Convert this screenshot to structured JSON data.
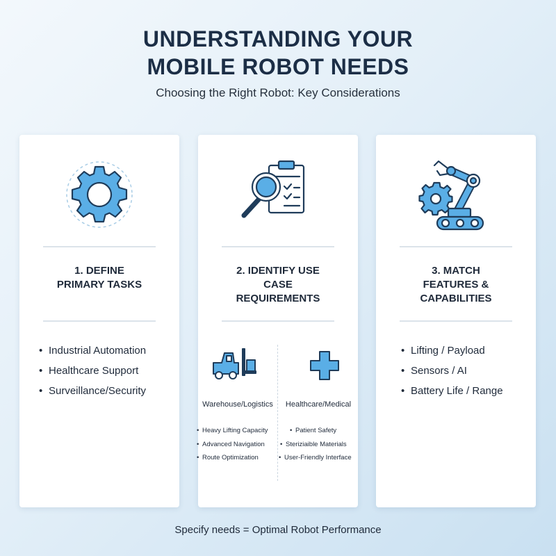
{
  "header": {
    "title_line1": "UNDERSTANDING YOUR",
    "title_line2": "MOBILE ROBOT NEEDS",
    "subtitle": "Choosing the Right Robot: Key Considerations"
  },
  "cards": [
    {
      "icon": "gear-icon",
      "title": "1. DEFINE\nPRIMARY TASKS",
      "items": [
        "Industrial Automation",
        "Healthcare Support",
        "Surveillance/Security"
      ]
    },
    {
      "icon": "magnifier-clipboard-icon",
      "title": "2. IDENTIFY USE\nCASE\nREQUIREMENTS",
      "subsections": [
        {
          "icon": "forklift-icon",
          "title": "Warehouse/Logistics",
          "items": [
            "Heavy Lifting Capacity",
            "Advanced Navigation",
            "Route Optimization"
          ]
        },
        {
          "icon": "medical-cross-icon",
          "title": "Healthcare/Medical",
          "items": [
            "Patient Safety",
            "Steriziaible Materials",
            "User-Friendly Interface"
          ]
        }
      ]
    },
    {
      "icon": "robot-arm-icon",
      "title": "3. MATCH\nFEATURES &\nCAPABILITIES",
      "items": [
        "Lifting / Payload",
        "Sensors / AI",
        "Battery Life / Range"
      ]
    }
  ],
  "footer": {
    "text": "Specify needs = Optimal Robot Performance"
  },
  "colors": {
    "accent": "#5aaee6",
    "outline": "#1f3c5a",
    "title": "#1c2e46"
  }
}
